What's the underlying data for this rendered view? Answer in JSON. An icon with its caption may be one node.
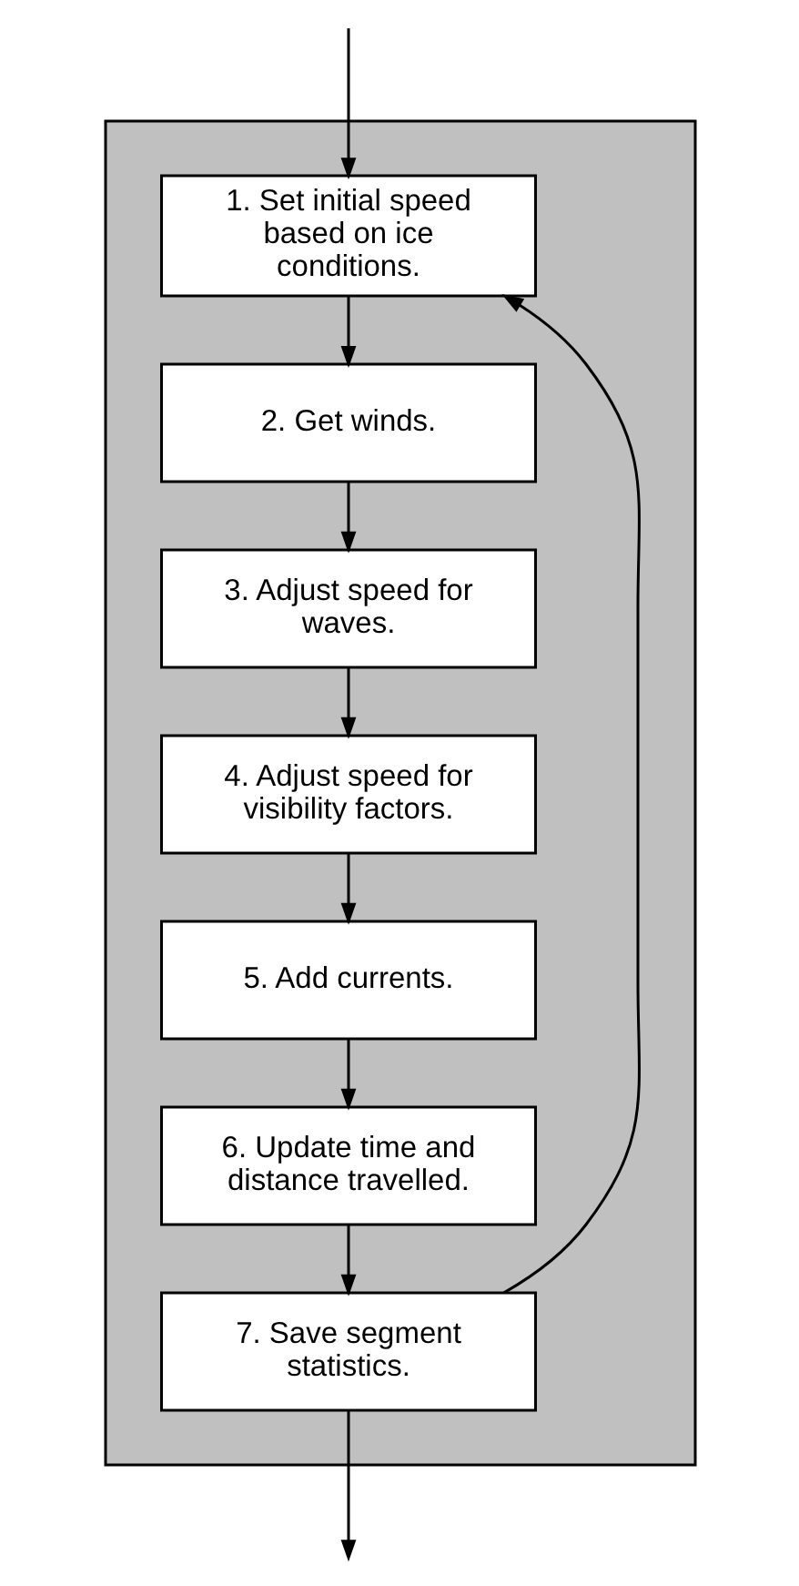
{
  "diagram": {
    "nodes": [
      {
        "text": [],
        "shape": "box"
      },
      {
        "text": [
          "1. Set initial speed based on ice conditions."
        ],
        "in": 0
      },
      {
        "text": [
          "2. Get winds."
        ],
        "in": 0
      },
      {
        "text": [
          "3. Adjust speed for waves."
        ],
        "in": 0
      },
      {
        "text": [
          "4. Adjust speed for visibility factors."
        ],
        "in": 0
      },
      {
        "text": [
          "5. Add currents."
        ],
        "in": 0
      },
      {
        "text": [
          "6. Update time and distance travelled."
        ],
        "in": 0
      },
      {
        "text": [
          "7. Save segment statistics."
        ],
        "in": 0
      }
    ],
    "edges": [
      {
        "from": null,
        "to": 1,
        "arrow": "to"
      },
      {
        "from": 1,
        "to": 2,
        "arrow": "to"
      },
      {
        "from": 2,
        "to": 3,
        "arrow": "to"
      },
      {
        "from": 3,
        "to": 4,
        "arrow": "to"
      },
      {
        "from": 4,
        "to": 5,
        "arrow": "to"
      },
      {
        "from": 5,
        "to": 6,
        "arrow": "to"
      },
      {
        "from": 6,
        "to": 7,
        "arrow": "to"
      },
      {
        "from": 7,
        "to": null,
        "arrow": "to"
      },
      {
        "from": 7,
        "to": 1,
        "arrow": "to"
      }
    ]
  }
}
